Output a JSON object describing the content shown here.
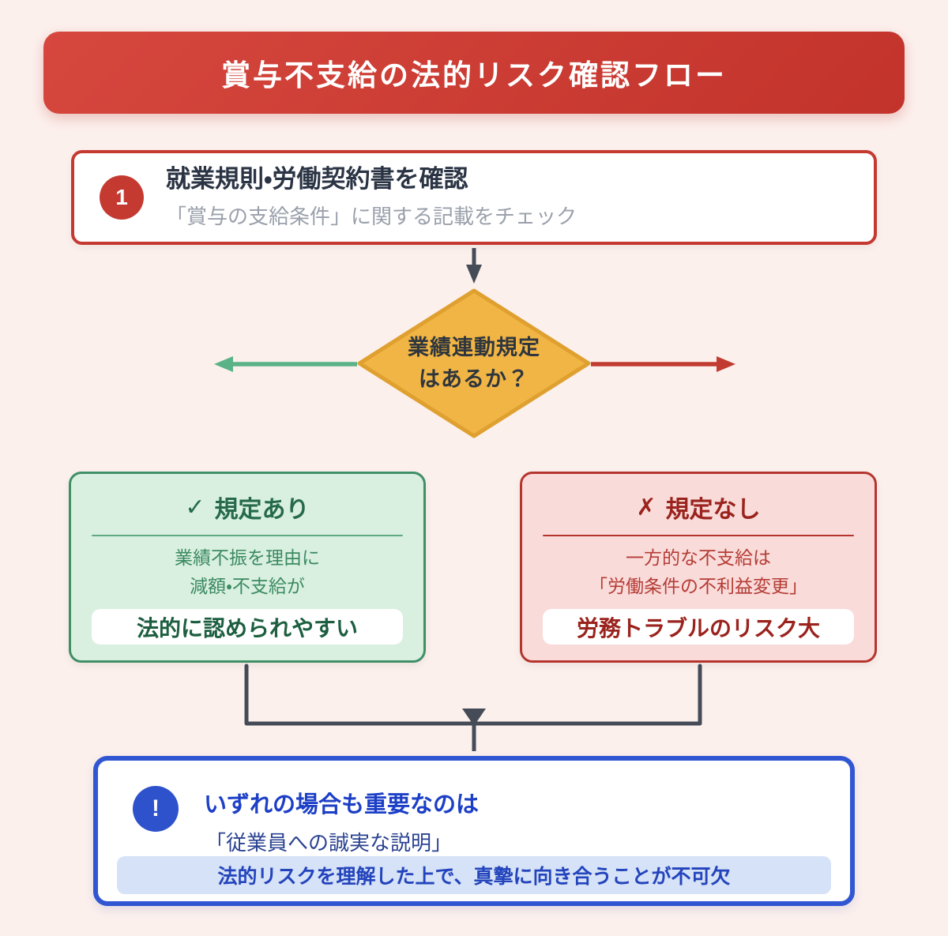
{
  "title_banner": {
    "text": "賞与不支給の法的リスク確認フロー"
  },
  "step1": {
    "number": "1",
    "title": "就業規則・労働契約書を確認",
    "subtitle": "「賞与の支給条件」に関する記載をチェック"
  },
  "decision": {
    "line1": "業績連動規定",
    "line2": "はあるか？"
  },
  "yes_branch": {
    "icon": "✓",
    "header": "規定あり",
    "body_line1": "業績不振を理由に",
    "body_line2": "減額・不支給が",
    "highlight": "法的に認められやすい"
  },
  "no_branch": {
    "icon": "✗",
    "header": "規定なし",
    "body_line1": "一方的な不支給は",
    "body_line2": "「労働条件の不利益変更」",
    "highlight": "労務トラブルのリスク大"
  },
  "conclusion": {
    "icon": "!",
    "title": "いずれの場合も重要なのは",
    "subtitle": "「従業員への誠実な説明」",
    "highlight": "法的リスクを理解した上で、真摯に向き合うことが不可欠"
  },
  "colors": {
    "background": "#fcf0ed",
    "banner_red": "#c93a32",
    "step_border_red": "#c43a31",
    "diamond_fill": "#f1b545",
    "diamond_border": "#dfa02f",
    "yes_arrow_green": "#5ab287",
    "no_arrow_red": "#c23b31",
    "connector_dark": "#454c57",
    "yes_card_bg": "#d9f0e1",
    "yes_card_border": "#3f8f67",
    "no_card_bg": "#f9dbda",
    "no_card_border": "#b5352e",
    "conclusion_border_blue": "#3156d2",
    "conclusion_pill_bg": "#d6e2f7"
  }
}
